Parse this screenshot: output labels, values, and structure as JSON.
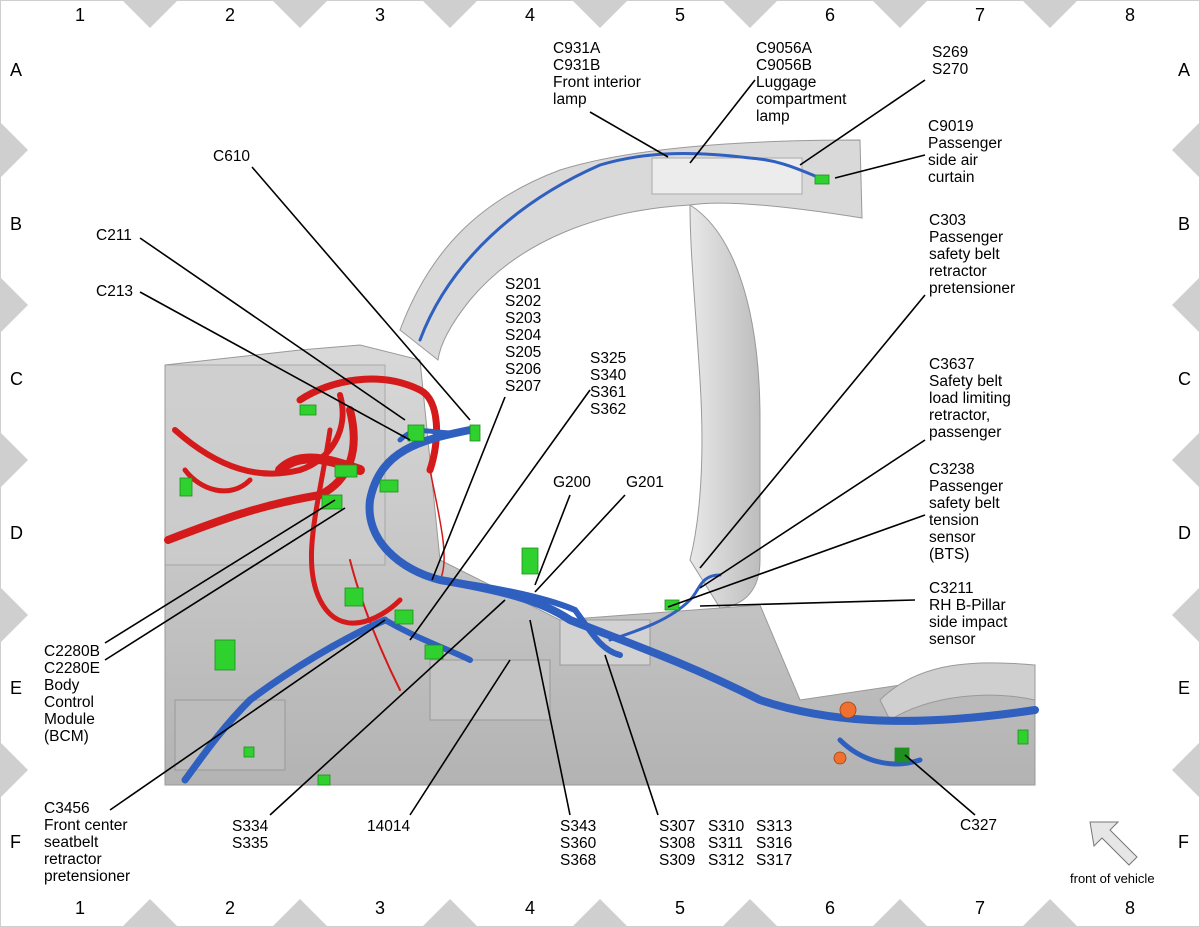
{
  "grid": {
    "columns": [
      "1",
      "2",
      "3",
      "4",
      "5",
      "6",
      "7",
      "8"
    ],
    "rows": [
      "A",
      "B",
      "C",
      "D",
      "E",
      "F"
    ]
  },
  "labels": {
    "c931": "C931A\nC931B\nFront interior\nlamp",
    "c9056": "C9056A\nC9056B\nLuggage\ncompartment\nlamp",
    "s269": "S269\nS270",
    "c9019": "C9019\nPassenger\nside air\ncurtain",
    "c610": "C610",
    "c211": "C211",
    "c213": "C213",
    "s201": "S201\nS202\nS203\nS204\nS205\nS206\nS207",
    "s325": "S325\nS340\nS361\nS362",
    "c303": "C303\nPassenger\nsafety belt\nretractor\npretensioner",
    "c3637": "C3637\nSafety belt\nload limiting\nretractor,\npassenger",
    "c3238": "C3238\nPassenger\nsafety belt\ntension\nsensor\n(BTS)",
    "g200": "G200",
    "g201": "G201",
    "c3211": "C3211\nRH B-Pillar\nside impact\nsensor",
    "c2280": "C2280B\nC2280E\nBody\nControl\nModule\n(BCM)",
    "c3456": "C3456\nFront center\nseatbelt\nretractor\npretensioner",
    "s334": "S334\nS335",
    "w14014": "14014",
    "s343": "S343\nS360\nS368",
    "s307": "S307\nS308\nS309",
    "s310": "S310\nS311\nS312",
    "s313": "S313\nS316\nS317",
    "c327": "C327",
    "front_of_vehicle": "front of vehicle"
  },
  "colors": {
    "harness_red": "#d41a1a",
    "harness_blue": "#2f5fbf",
    "connector_green": "#2fd12f",
    "body_gray": "#c8c8c8",
    "frame_marker": "#cfcfcf"
  },
  "icons": [
    "front-of-vehicle-arrow-icon"
  ]
}
